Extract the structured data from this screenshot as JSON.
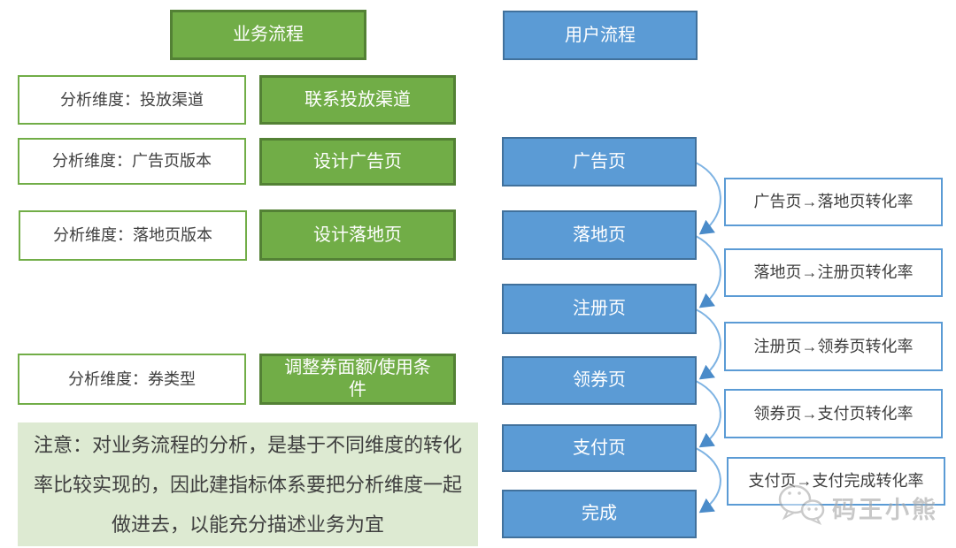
{
  "business_flow": {
    "header": "业务流程",
    "rows": [
      {
        "dimension": "分析维度：投放渠道",
        "action": "联系投放渠道"
      },
      {
        "dimension": "分析维度：广告页版本",
        "action": "设计广告页"
      },
      {
        "dimension": "分析维度：落地页版本",
        "action": "设计落地页"
      },
      {
        "dimension": "分析维度：券类型",
        "action": "调整券面额/使用条件"
      }
    ],
    "note": "注意：对业务流程的分析，是基于不同维度的转化率比较实现的，因此建指标体系要把分析维度一起做进去，以能充分描述业务为宜"
  },
  "user_flow": {
    "header": "用户流程",
    "steps": [
      "广告页",
      "落地页",
      "注册页",
      "领券页",
      "支付页",
      "完成"
    ],
    "conversions": [
      "广告页→落地页转化率",
      "落地页→注册页转化率",
      "注册页→领券页转化率",
      "领券页→支付页转化率",
      "支付页→支付完成转化率"
    ]
  },
  "watermark": {
    "text": "码王小熊",
    "icon": "wechat-icon"
  },
  "colors": {
    "green": "#71AD47",
    "green_border": "#538135",
    "blue": "#5B9BD5",
    "blue_border": "#41719C",
    "note_bg": "#DDEAD2",
    "text_dark": "#3F3F3F",
    "arrow": "#7EB3E3",
    "arrow_head": "#4A8BC9",
    "watermark": "#A8A8A8"
  }
}
